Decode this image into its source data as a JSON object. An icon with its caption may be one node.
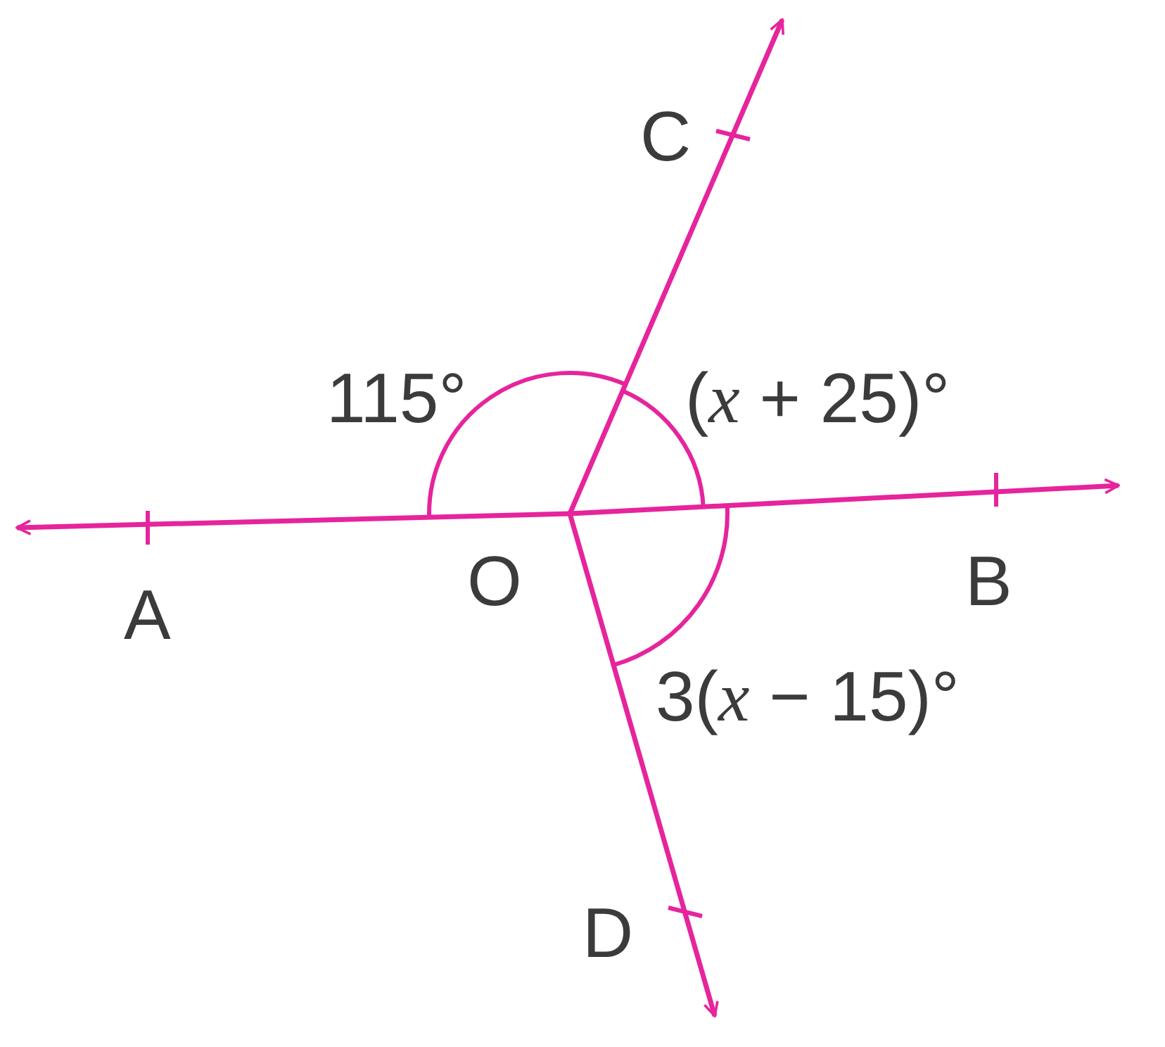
{
  "diagram": {
    "labels": [
      "C",
      "115°",
      "(*x* + 25)°",
      "O",
      "A",
      "B",
      "3(*x* − 15)°",
      "D"
    ]
  }
}
